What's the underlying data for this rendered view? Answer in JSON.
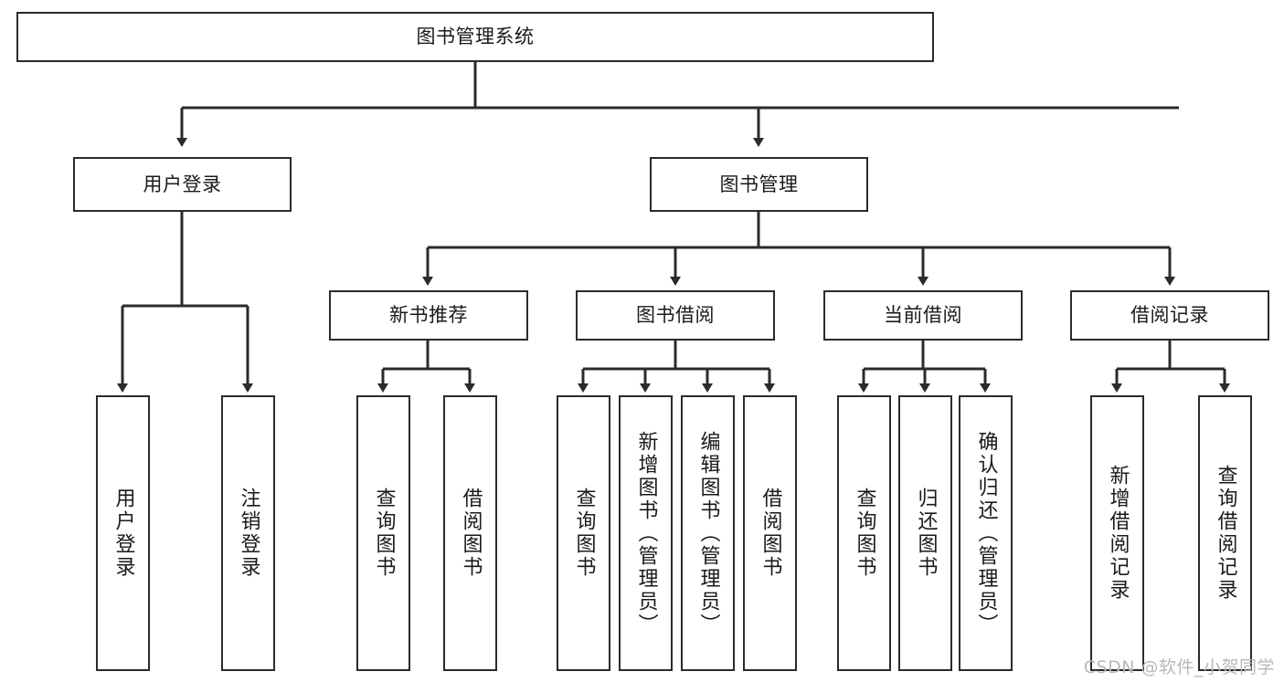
{
  "diagram": {
    "title": "图书管理系统",
    "type": "tree-hierarchy-diagram",
    "colors": {
      "box_border": "#2b2b2b",
      "box_fill": "#ffffff",
      "connector": "#2b2b2b",
      "text": "#1a1a1a",
      "watermark": "#b8b8b8",
      "background": "#ffffff"
    },
    "root": {
      "label": "图书管理系统"
    },
    "level2": [
      {
        "label": "用户登录"
      },
      {
        "label": "图书管理"
      }
    ],
    "level3": [
      {
        "label": "新书推荐"
      },
      {
        "label": "图书借阅"
      },
      {
        "label": "当前借阅"
      },
      {
        "label": "借阅记录"
      }
    ],
    "leaves": {
      "user_login": [
        {
          "label": "用户登录"
        },
        {
          "label": "注销登录"
        }
      ],
      "new_book_recommend": [
        {
          "label": "查询图书"
        },
        {
          "label": "借阅图书"
        }
      ],
      "book_borrow": [
        {
          "label": "查询图书"
        },
        {
          "label": "新增图书（管理员）"
        },
        {
          "label": "编辑图书（管理员）"
        },
        {
          "label": "借阅图书"
        }
      ],
      "current_borrow": [
        {
          "label": "查询图书"
        },
        {
          "label": "归还图书"
        },
        {
          "label": "确认归还（管理员）"
        }
      ],
      "borrow_record": [
        {
          "label": "新增借阅记录"
        },
        {
          "label": "查询借阅记录"
        }
      ]
    }
  },
  "watermark": {
    "text": "CSDN @软件_小贺同学"
  }
}
